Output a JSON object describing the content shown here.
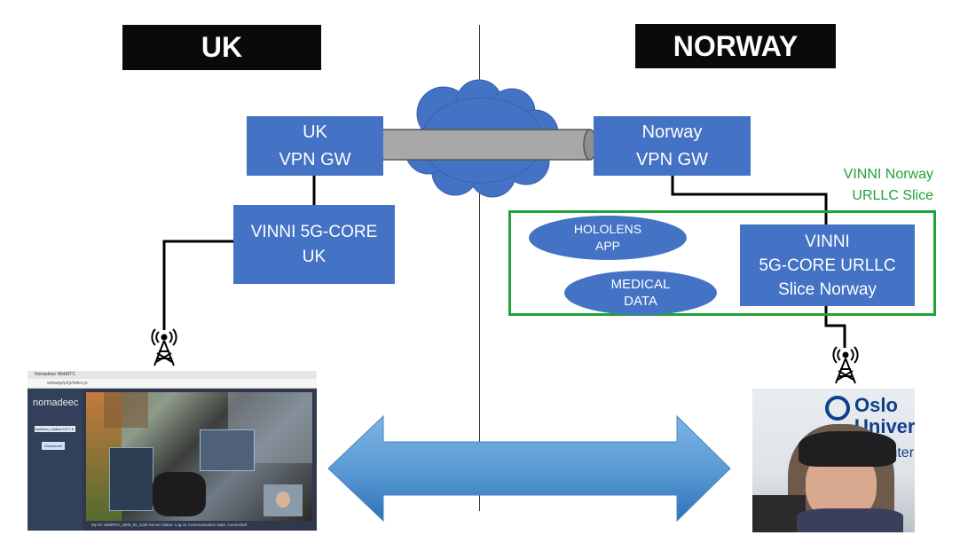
{
  "left_header": "UK",
  "right_header": "NORWAY",
  "uk_vpn": {
    "line1": "UK",
    "line2": "VPN GW"
  },
  "uk_core": {
    "line1": "VINNI 5G-CORE",
    "line2": "UK"
  },
  "no_vpn": {
    "line1": "Norway",
    "line2": "VPN GW"
  },
  "no_core": {
    "line1": "VINNI",
    "line2": "5G-CORE URLLC",
    "line3": "Slice  Norway"
  },
  "slice_label": {
    "line1": "VINNI Norway",
    "line2": "URLLC Slice"
  },
  "hololens": {
    "line1": "HOLOLENS",
    "line2": "APP"
  },
  "medical": {
    "line1": "MEDICAL",
    "line2": "DATA"
  },
  "screenshot": {
    "tab_title": "Nomadeec WebRTC",
    "address": "webapp/p2p/index.js",
    "logo": "nomadeec",
    "dropdown": "Isolation_Vlabed 1977 ▾",
    "disconnect": "Disconnect",
    "status": "My ID: WebRTC_Web_ID_1159     Server status: Log on     Communication state: Connected"
  },
  "oslo_sign": {
    "line1": "Oslo",
    "line2": "Univer",
    "line3": "Inter"
  },
  "colors": {
    "box": "#4472c4",
    "slice": "#1fa33a",
    "arrow": "#5b9bd5",
    "header": "#0a0a0a"
  }
}
